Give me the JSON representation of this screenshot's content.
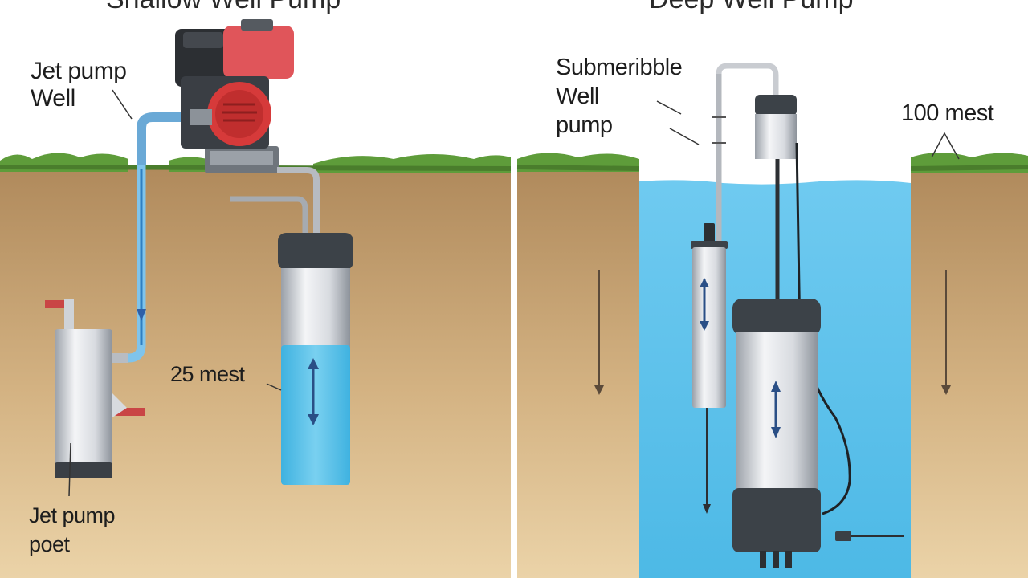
{
  "panels": {
    "left": {
      "title": "Shallow Well Pump"
    },
    "right": {
      "title": "Deep Well Pump"
    }
  },
  "labels": {
    "jet_pump_well": "Jet pump\nWell",
    "jet_pump_poet": "Jet pump\npoet",
    "depth_left": "25 mest",
    "submersible": "Submeribble\nWell\npump",
    "depth_right": "100 mest"
  },
  "colors": {
    "sky": "#ffffff",
    "grass": "#5e9c3a",
    "soil_top": "#b89366",
    "soil_bottom": "#e6c99c",
    "water": "#5fbfe6",
    "pipe": "#c9ccd1",
    "pump_red": "#d63a3a",
    "engine_red": "#e0555a",
    "cap_dark": "#3c4248",
    "arrow_blue": "#3d5a8a"
  }
}
